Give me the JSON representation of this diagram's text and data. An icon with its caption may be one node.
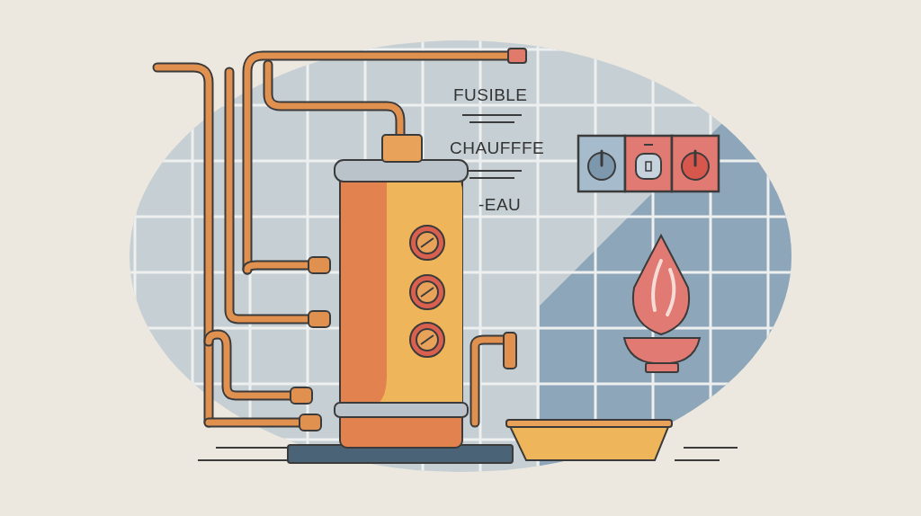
{
  "diagram": {
    "labels": [
      "FUSIBLE",
      "CHAUFFFE",
      "-EAU"
    ]
  }
}
